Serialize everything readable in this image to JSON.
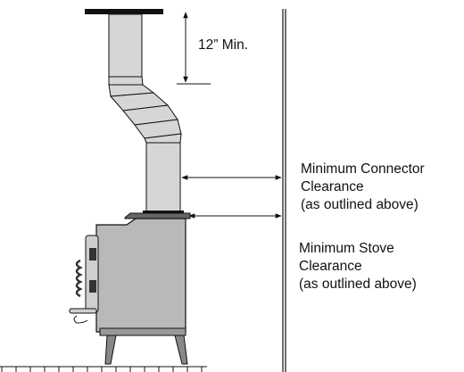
{
  "diagram": {
    "pipe_clearance_label": "12” Min.",
    "connector_clearance": {
      "line1": "Minimum Connector",
      "line2": "Clearance",
      "line3": "(as outlined above)"
    },
    "stove_clearance": {
      "line1": "Minimum Stove",
      "line2": "Clearance",
      "line3": "(as outlined above)"
    }
  },
  "colors": {
    "line": "#111111",
    "pipe_fill": "#d6d6d6",
    "stove_fill": "#b9b9b9",
    "stove_dark": "#555555"
  }
}
